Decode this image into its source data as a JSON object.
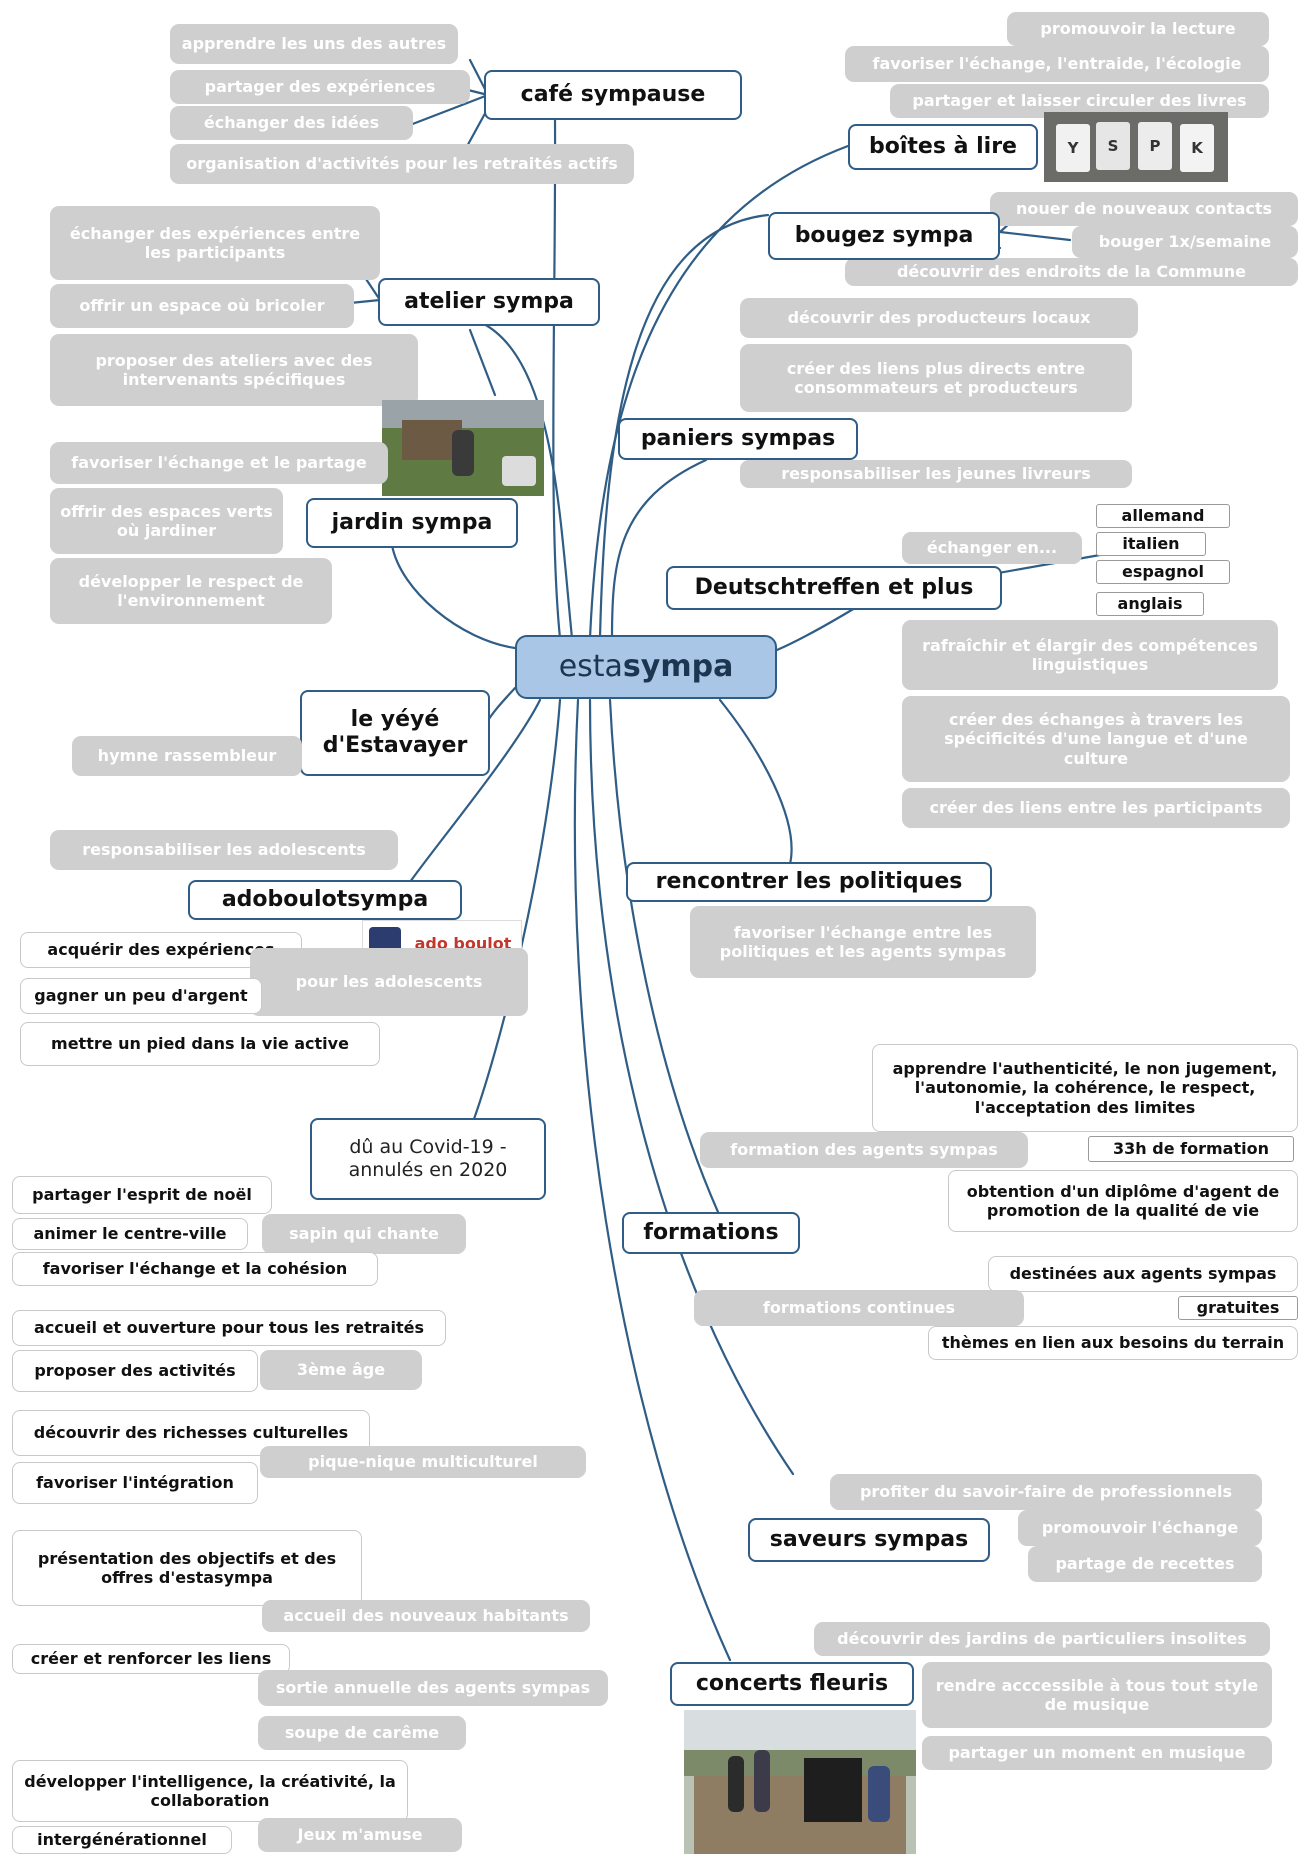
{
  "center": {
    "prefix": "esta",
    "bold": "sympa"
  },
  "topics": {
    "cafe": "café sympause",
    "boites": "boîtes à lire",
    "bougez": "bougez sympa",
    "atelier": "atelier sympa",
    "paniers": "paniers sympas",
    "jardin": "jardin sympa",
    "deutsch": "Deutschtreffen et plus",
    "yeye": "le yéyé d'Estavayer",
    "ado": "adoboulotsympa",
    "rencontrer": "rencontrer les politiques",
    "covid": "dû au Covid-19 - annulés en 2020",
    "formations": "formations",
    "saveurs": "saveurs sympas",
    "concerts": "concerts fleuris"
  },
  "cafe": [
    "apprendre les uns des autres",
    "partager des expériences",
    "échanger des idées",
    "organisation d'activités pour les retraités actifs"
  ],
  "boites": [
    "promouvoir la lecture",
    "favoriser l'échange, l'entraide, l'écologie",
    "partager et laisser circuler des livres"
  ],
  "boites_letters": [
    "Y",
    "S",
    "P",
    "K"
  ],
  "bougez": [
    "nouer de nouveaux contacts",
    "bouger 1x/semaine",
    "découvrir des endroits de la Commune"
  ],
  "atelier": [
    "échanger des expériences entre les participants",
    "offrir un espace où bricoler",
    "proposer des ateliers avec des intervenants spécifiques"
  ],
  "paniers": [
    "découvrir des producteurs locaux",
    "créer des liens plus directs entre consommateurs et producteurs",
    "responsabiliser les jeunes livreurs"
  ],
  "jardin": [
    "favoriser l'échange et le partage",
    "offrir des espaces verts où jardiner",
    "développer le respect de l'environnement"
  ],
  "deutsch": {
    "exchange": "échanger en...",
    "languages": [
      "allemand",
      "italien",
      "espagnol",
      "anglais"
    ],
    "items": [
      "rafraîchir et élargir des compétences linguistiques",
      "créer des échanges à travers les spécificités d'une langue et d'une culture",
      "créer des liens entre les participants"
    ]
  },
  "yeye": [
    "hymne rassembleur"
  ],
  "ado": {
    "top": "responsabiliser les adolescents",
    "logo_text": "ado boulot sympa",
    "for": "pour les adolescents",
    "items": [
      "acquérir des expériences",
      "gagner un peu d'argent",
      "mettre un pied dans la vie active"
    ]
  },
  "rencontrer": [
    "favoriser l'échange entre les politiques et les agents sympas"
  ],
  "formations": {
    "agents": "formation des agents sympas",
    "agents_items": [
      "apprendre l'authenticité, le non jugement, l'autonomie, la cohérence, le respect, l'acceptation des limites",
      "33h de formation",
      "obtention d'un diplôme d'agent de promotion de la qualité de vie"
    ],
    "continues": "formations continues",
    "continues_items": [
      "destinées aux agents sympas",
      "gratuites",
      "thèmes en lien aux besoins du terrain"
    ]
  },
  "covid": {
    "sapin": "sapin qui chante",
    "sapin_items": [
      "partager l'esprit de noël",
      "animer le centre-ville",
      "favoriser l'échange et la cohésion"
    ],
    "age": "3ème âge",
    "age_items": [
      "accueil et ouverture pour tous les retraités",
      "proposer des activités"
    ],
    "pique": "pique-nique multiculturel",
    "pique_items": [
      "découvrir des richesses culturelles",
      "favoriser l'intégration"
    ],
    "accueil": "accueil des nouveaux habitants",
    "accueil_items": [
      "présentation des objectifs et des offres d'estasympa"
    ],
    "sortie": "sortie annuelle des agents sympas",
    "sortie_items": [
      "créer et renforcer les liens"
    ],
    "soupe": "soupe de carême",
    "jeux": "Jeux m'amuse",
    "jeux_items": [
      "développer l'intelligence, la créativité, la collaboration",
      "intergénérationnel"
    ]
  },
  "saveurs": [
    "profiter du savoir-faire de professionnels",
    "promouvoir l'échange",
    "partage de recettes"
  ],
  "concerts": [
    "découvrir des jardins de particuliers insolites",
    "rendre acccessible à tous tout style de musique",
    "partager un moment en musique"
  ],
  "colors": {
    "line": "#2f5d86",
    "center_fill": "#a9c6e6",
    "grey_box": "#cfcfcf"
  }
}
